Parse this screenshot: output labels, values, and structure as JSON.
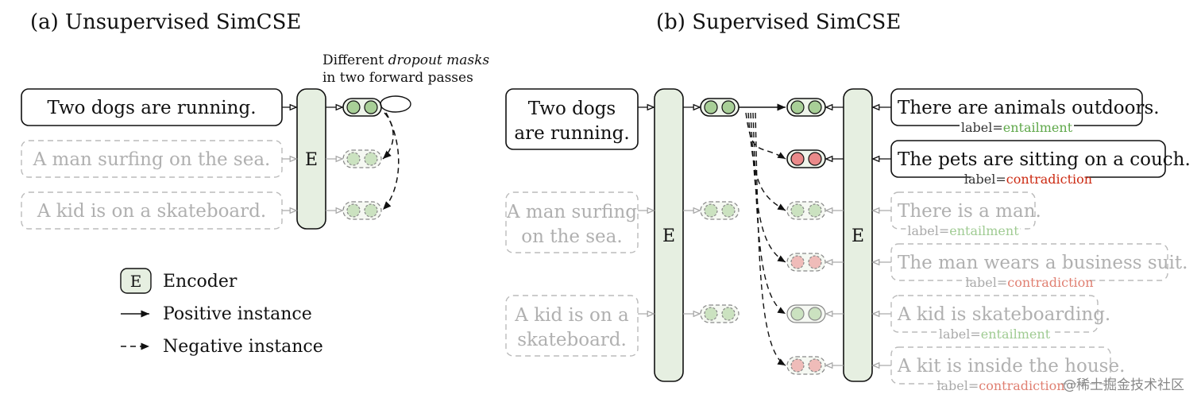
{
  "panel_a": {
    "title": "(a) Unsupervised SimCSE",
    "annotation_line1_prefix": "Different ",
    "annotation_line1_italic": "dropout masks",
    "annotation_line2": "in two forward passes",
    "encoder_label": "E",
    "sentences": [
      {
        "text": "Two dogs are running.",
        "active": true
      },
      {
        "text": "A man surfing on the sea.",
        "active": false
      },
      {
        "text": "A kid is on a skateboard.",
        "active": false
      }
    ]
  },
  "legend": {
    "encoder_symbol": "E",
    "encoder": "Encoder",
    "positive": "Positive instance",
    "negative": "Negative instance"
  },
  "panel_b": {
    "title": "(b) Supervised SimCSE",
    "encoder_label": "E",
    "left_sentences": [
      {
        "lines": [
          "Two dogs",
          "are running."
        ],
        "active": true
      },
      {
        "lines": [
          "A man surfing",
          "on the sea."
        ],
        "active": false
      },
      {
        "lines": [
          "A kid is on a",
          "skateboard."
        ],
        "active": false
      }
    ],
    "right_sentences": [
      {
        "text": "There are animals outdoors.",
        "label_prefix": "label=",
        "label": "entailment",
        "active": true
      },
      {
        "text": "The pets are sitting on a couch.",
        "label_prefix": "label=",
        "label": "contradiction",
        "active": true
      },
      {
        "text": "There is a man.",
        "label_prefix": "label=",
        "label": "entailment",
        "active": false
      },
      {
        "text": "The man wears a business suit.",
        "label_prefix": "label=",
        "label": "contradiction",
        "active": false
      },
      {
        "text": "A kid is skateboarding.",
        "label_prefix": "label=",
        "label": "entailment",
        "active": false
      },
      {
        "text": "A kit is inside the house.",
        "label_prefix": "label=",
        "label": "contradiction",
        "active": false
      }
    ]
  },
  "watermark": "@稀土掘金技术社区",
  "colors": {
    "encoder_fill": "#e6efe1",
    "green": "#a8cf97",
    "red": "#ea8a8a",
    "entailment": "#5fa84a",
    "contradiction": "#cc2a12"
  }
}
